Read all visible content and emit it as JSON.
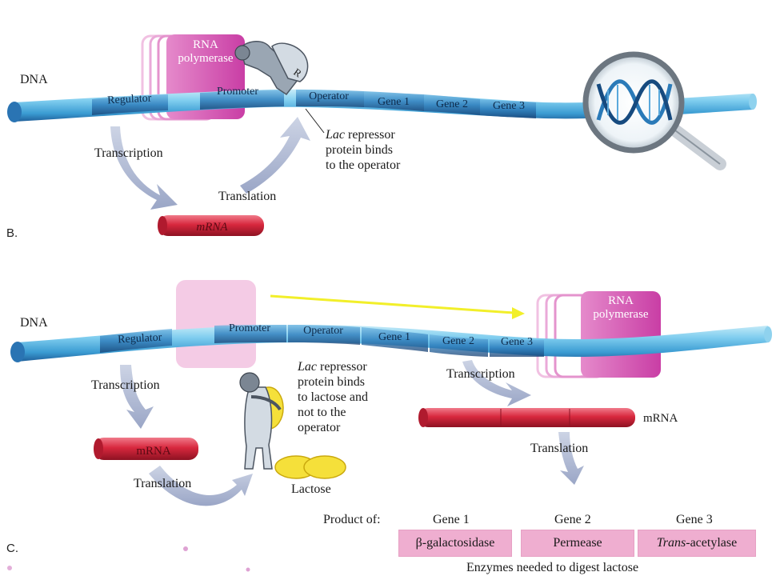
{
  "panel_b": {
    "letter": "B.",
    "dna_label": "DNA",
    "rna_polymerase": [
      "RNA",
      "polymerase"
    ],
    "repressor_glyph": "R",
    "segments": {
      "regulator": "Regulator",
      "promoter": "Promoter",
      "operator": "Operator",
      "gene1": "Gene 1",
      "gene2": "Gene 2",
      "gene3": "Gene 3"
    },
    "transcription": "Transcription",
    "translation": "Translation",
    "mrna": "mRNA",
    "note": {
      "italic_word": "Lac",
      "line1_rest": " repressor",
      "line2": "protein binds",
      "line3": "to the operator"
    }
  },
  "panel_c": {
    "letter": "C.",
    "dna_label": "DNA",
    "rna_polymerase": [
      "RNA",
      "polymerase"
    ],
    "segments": {
      "regulator": "Regulator",
      "promoter": "Promoter",
      "operator": "Operator",
      "gene1": "Gene 1",
      "gene2": "Gene 2",
      "gene3": "Gene 3"
    },
    "transcription_left": "Transcription",
    "transcription_right": "Transcription",
    "translation_left": "Translation",
    "translation_right": "Translation",
    "mrna_left": "mRNA",
    "mrna_right": "mRNA",
    "lactose": "Lactose",
    "note": {
      "italic_word": "Lac",
      "line1_rest": " repressor",
      "line2": "protein binds",
      "line3": "to lactose and",
      "line4": "not to the",
      "line5": "operator"
    },
    "products": {
      "label": "Product of:",
      "gene1": "Gene 1",
      "gene2": "Gene 2",
      "gene3": "Gene 3",
      "enzyme1": "β-galactosidase",
      "enzyme2": "Permease",
      "enzyme3_italic": "Trans",
      "enzyme3_rest": "-acetylase",
      "footer": "Enzymes needed to digest lactose"
    }
  },
  "colors": {
    "dna_light": "#9fdcf2",
    "dna_mid": "#3fa3d6",
    "dna_dark": "#1f5f9a",
    "polymerase": "#d94fb4",
    "mrna": "#d8283e",
    "enzyme_box": "#efaed0",
    "arrow": "#a9b4cf",
    "yellow_arrow": "#f2ef2a",
    "lactose": "#f5e03a"
  }
}
